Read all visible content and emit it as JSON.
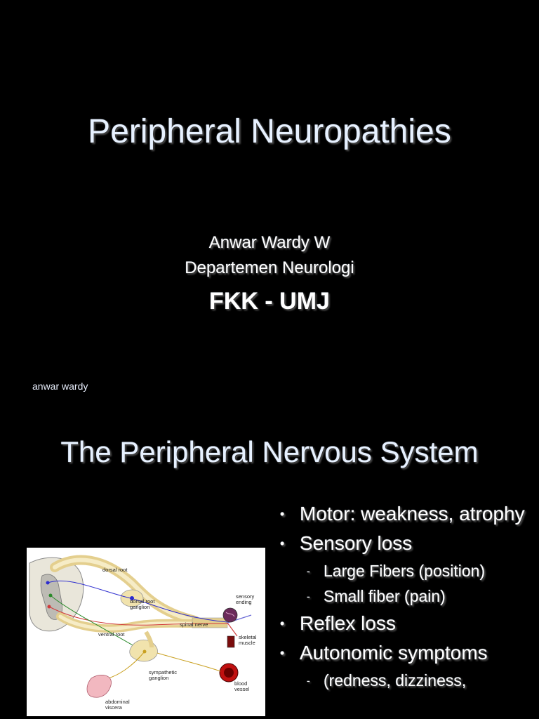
{
  "slide1": {
    "title": "Peripheral Neuropathies",
    "author": "Anwar Wardy W",
    "department": "Departemen Neurologi",
    "institution": "FKK - UMJ",
    "footer": "anwar wardy"
  },
  "slide2": {
    "title": "The Peripheral Nervous System",
    "bullets": [
      {
        "text": "Motor: weakness, atrophy",
        "level": 1
      },
      {
        "text": "Sensory loss",
        "level": 1
      },
      {
        "text": "Large Fibers (position)",
        "level": 2
      },
      {
        "text": "Small fiber (pain)",
        "level": 2
      },
      {
        "text": "Reflex loss",
        "level": 1
      },
      {
        "text": "Autonomic symptoms",
        "level": 1
      },
      {
        "text": "(redness, dizziness,",
        "level": 2
      }
    ],
    "diagram_labels": {
      "dorsal_root": "dorsal root",
      "dorsal_root_ganglion_1": "dorsal root",
      "dorsal_root_ganglion_2": "ganglion",
      "sensory_ending_1": "sensory",
      "sensory_ending_2": "ending",
      "spinal_nerve": "spinal nerve",
      "ventral_root": "ventral root",
      "skeletal_muscle_1": "skeletal",
      "skeletal_muscle_2": "muscle",
      "sympathetic_ganglion_1": "sympathetic",
      "sympathetic_ganglion_2": "ganglion",
      "blood_vessel_1": "blood",
      "blood_vessel_2": "vessel",
      "abdominal_viscera_1": "abdominal",
      "abdominal_viscera_2": "viscera"
    }
  }
}
